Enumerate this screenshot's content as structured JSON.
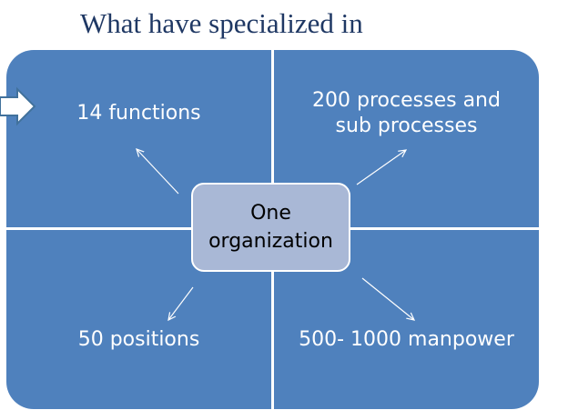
{
  "title": "What have specialized in",
  "center": "One\norganization",
  "quadrants": {
    "top_left": "14 functions",
    "top_right": "200 processes and\nsub processes",
    "bottom_left": "50 positions",
    "bottom_right": "500- 1000 manpower"
  },
  "colors": {
    "quadrant": "#4f81bd",
    "center_box": "#a9b8d6",
    "title": "#1f3864"
  },
  "icons": {
    "pointer": "block-arrow-right-icon"
  }
}
